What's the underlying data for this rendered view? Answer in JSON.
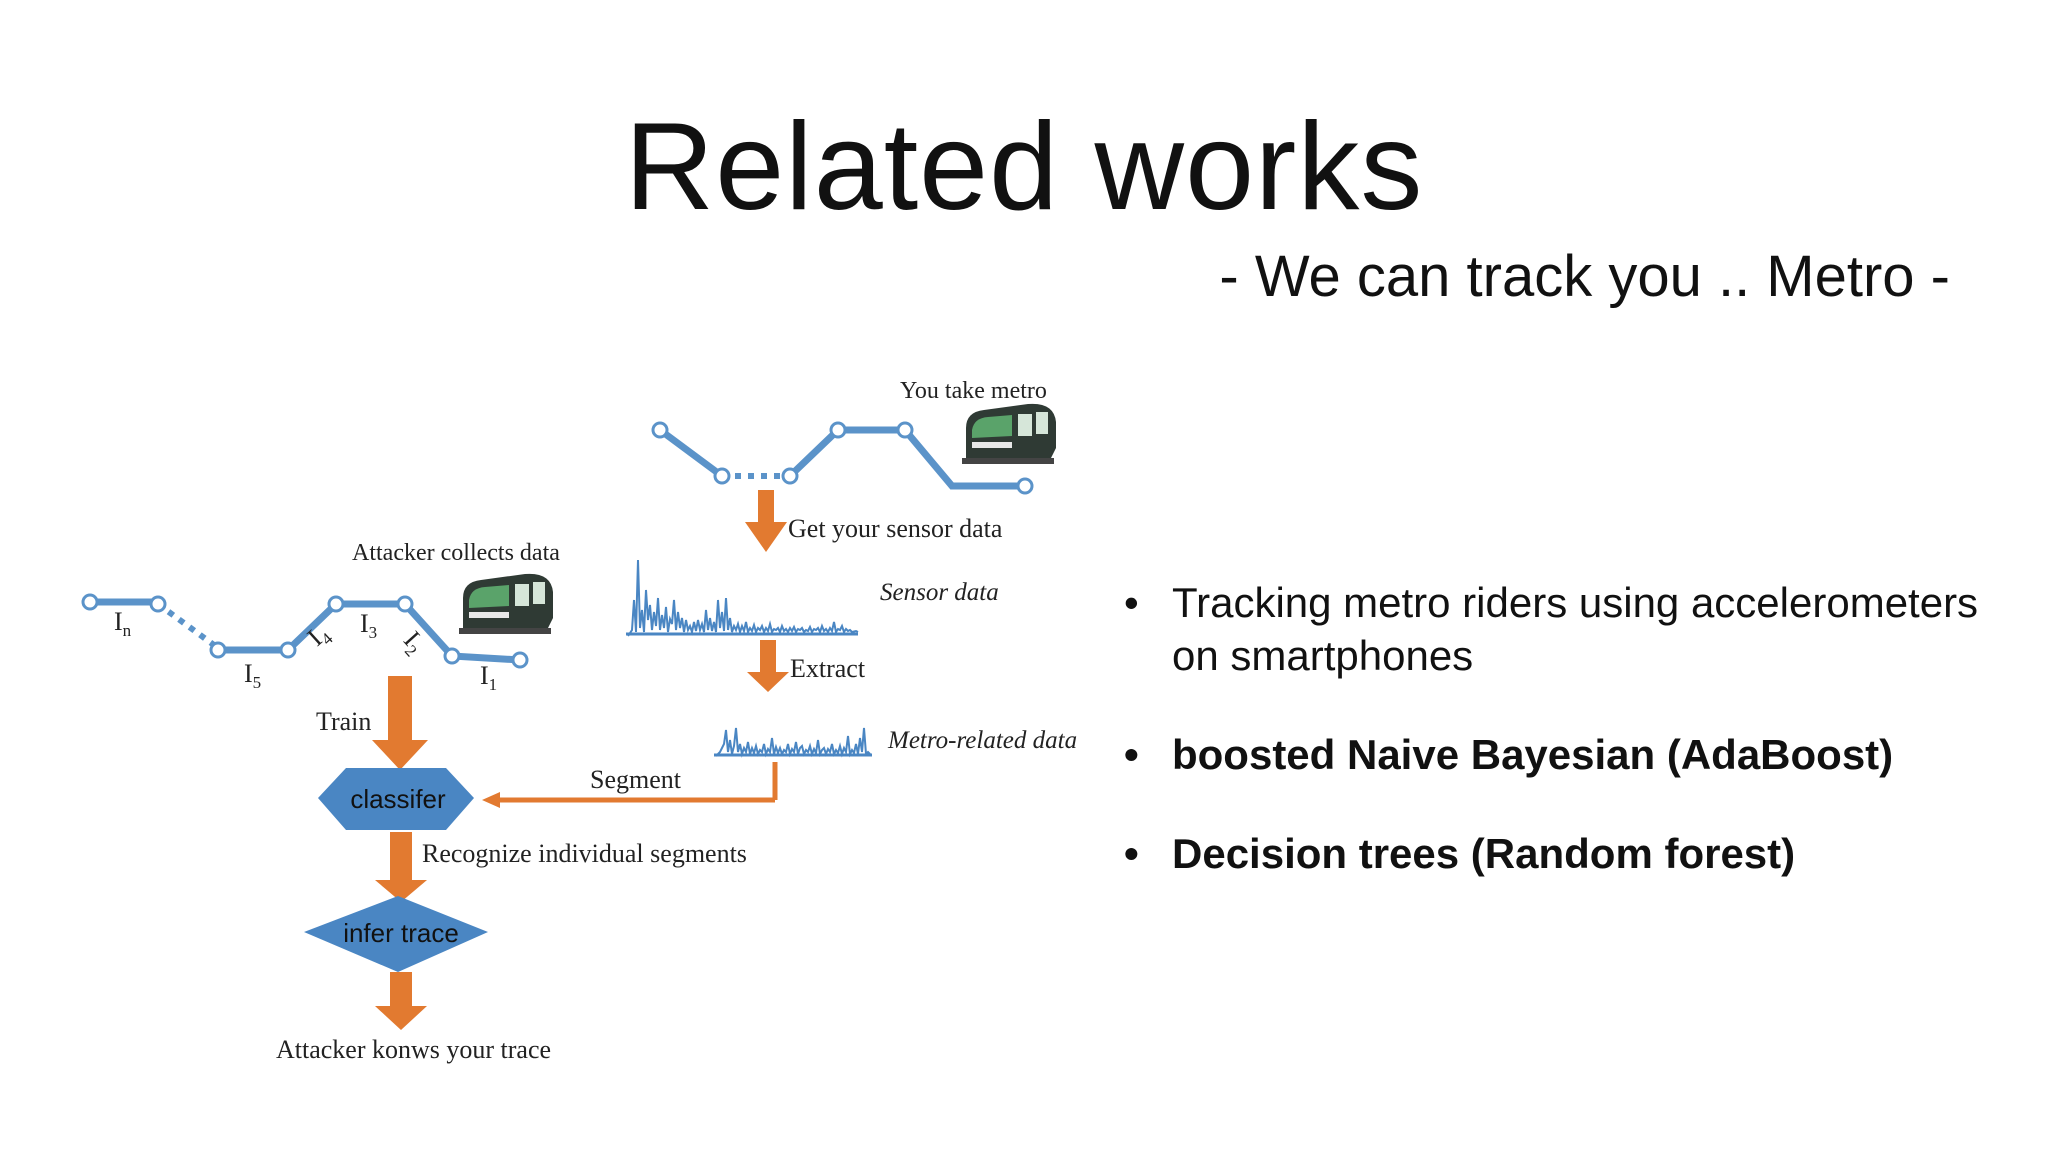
{
  "slide": {
    "title": "Related works",
    "subtitle": "- We can track you .. Metro -"
  },
  "diagram": {
    "you_take_metro": "You take metro",
    "get_sensor_data": "Get your sensor data",
    "sensor_data": "Sensor data",
    "extract": "Extract",
    "metro_related_data": "Metro-related data",
    "attacker_collects": "Attacker collects data",
    "train": "Train",
    "segment": "Segment",
    "classifier": "classifer",
    "recognize": "Recognize individual segments",
    "infer_trace": "infer trace",
    "attacker_knows": "Attacker konws your trace",
    "interval_labels": {
      "n": "n",
      "five": "5",
      "four": "4",
      "three": "3",
      "two": "2",
      "one": "1",
      "base": "I"
    }
  },
  "bullets": [
    "Tracking metro riders using accelerometers on smartphones",
    "boosted Naive Bayesian (AdaBoost)",
    "Decision trees (Random forest)"
  ],
  "colors": {
    "track_blue": "#5b93c9",
    "arrow_orange": "#e27a30",
    "shape_blue": "#4a86c3",
    "train_dark": "#2f3a34",
    "train_green": "#5aa36a"
  },
  "icons": [
    "metro-train-icon",
    "metro-train-icon"
  ]
}
